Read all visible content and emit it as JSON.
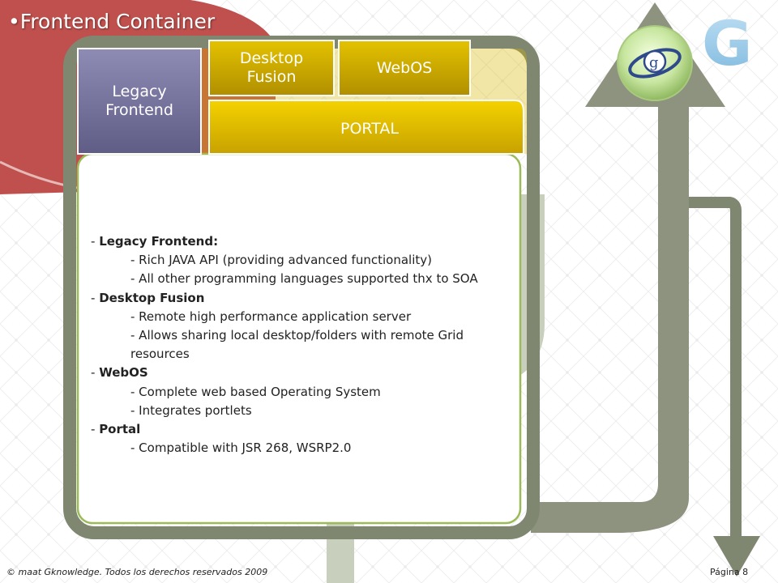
{
  "title": "•Frontend Container",
  "boxes": {
    "legacy_line1": "Legacy",
    "legacy_line2": "Frontend",
    "desktop_line1": "Desktop",
    "desktop_line2": "Fusion",
    "webos": "WebOS",
    "portal": "PORTAL"
  },
  "logo": {
    "letter": "G",
    "globe_letter": "g"
  },
  "content": [
    {
      "prefix": "- ",
      "bold": "Legacy Frontend:"
    },
    {
      "text": "- Rich JAVA API (providing advanced functionality)"
    },
    {
      "text": "- All other programming languages supported thx to SOA"
    },
    {
      "prefix": "- ",
      "bold": "Desktop Fusion"
    },
    {
      "text": "- Remote high performance application server"
    },
    {
      "text": "- Allows sharing local desktop/folders with remote Grid resources"
    },
    {
      "prefix": "- ",
      "bold": "WebOS"
    },
    {
      "text": "- Complete web based Operating System"
    },
    {
      "text": "- Integrates portlets"
    },
    {
      "prefix": "- ",
      "bold": "Portal"
    },
    {
      "text": "- Compatible with JSR 268, WSRP2.0"
    }
  ],
  "footer": {
    "left": "© maat Gknowledge. Todos los derechos reservados 2009",
    "right": "Página 8"
  },
  "colors": {
    "red_tab": "#c0504d",
    "frame_gray": "#7f8771",
    "legacy_purple": "#7c7aa3",
    "gold": "#c9a800",
    "portal_yellow": "#e6c100",
    "content_border": "#9bbb59"
  }
}
